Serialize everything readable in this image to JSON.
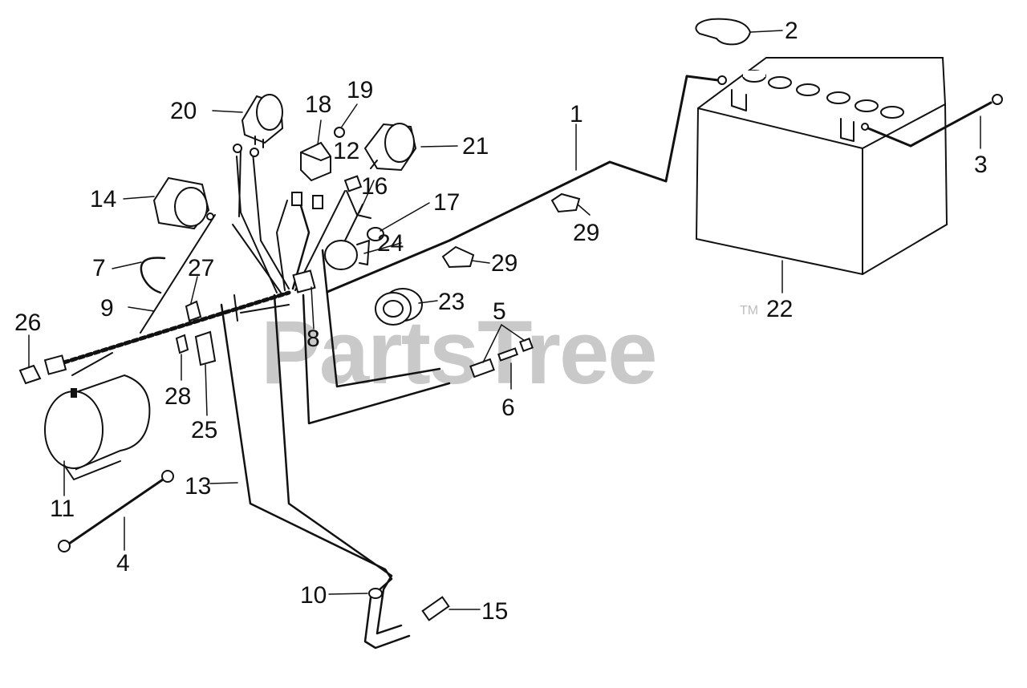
{
  "watermark": {
    "text": "PartsTree",
    "trademark": "TM"
  },
  "callouts": [
    {
      "id": "c1",
      "label": "1"
    },
    {
      "id": "c2",
      "label": "2"
    },
    {
      "id": "c3",
      "label": "3"
    },
    {
      "id": "c4",
      "label": "4"
    },
    {
      "id": "c5",
      "label": "5"
    },
    {
      "id": "c6",
      "label": "6"
    },
    {
      "id": "c7",
      "label": "7"
    },
    {
      "id": "c8",
      "label": "8"
    },
    {
      "id": "c9",
      "label": "9"
    },
    {
      "id": "c10",
      "label": "10"
    },
    {
      "id": "c11",
      "label": "11"
    },
    {
      "id": "c12",
      "label": "12"
    },
    {
      "id": "c13",
      "label": "13"
    },
    {
      "id": "c14",
      "label": "14"
    },
    {
      "id": "c15",
      "label": "15"
    },
    {
      "id": "c16",
      "label": "16"
    },
    {
      "id": "c17",
      "label": "17"
    },
    {
      "id": "c18",
      "label": "18"
    },
    {
      "id": "c19",
      "label": "19"
    },
    {
      "id": "c20",
      "label": "20"
    },
    {
      "id": "c21",
      "label": "21"
    },
    {
      "id": "c22",
      "label": "22"
    },
    {
      "id": "c23",
      "label": "23"
    },
    {
      "id": "c24",
      "label": "24"
    },
    {
      "id": "c25",
      "label": "25"
    },
    {
      "id": "c26",
      "label": "26"
    },
    {
      "id": "c27",
      "label": "27"
    },
    {
      "id": "c28",
      "label": "28"
    },
    {
      "id": "c29a",
      "label": "29"
    },
    {
      "id": "c29b",
      "label": "29"
    }
  ]
}
